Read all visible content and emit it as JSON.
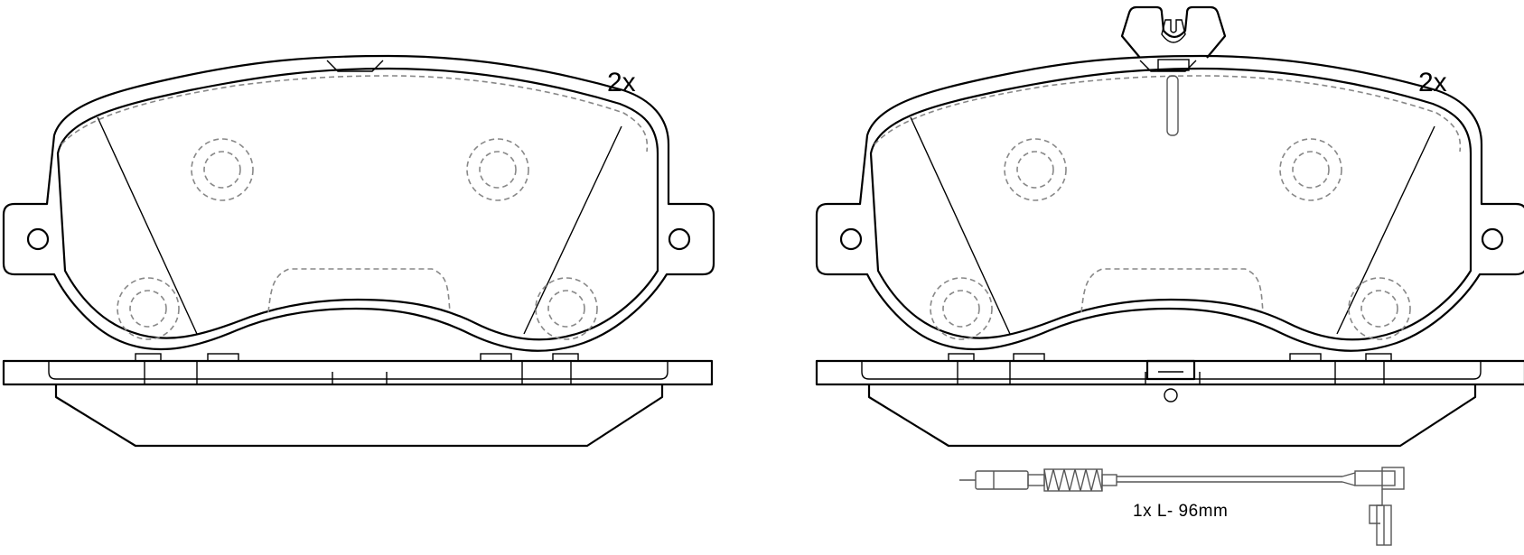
{
  "left_pad": {
    "quantity": "2x"
  },
  "right_pad": {
    "quantity": "2x"
  },
  "wear_sensor": {
    "caption": "1x  L- 96mm"
  }
}
